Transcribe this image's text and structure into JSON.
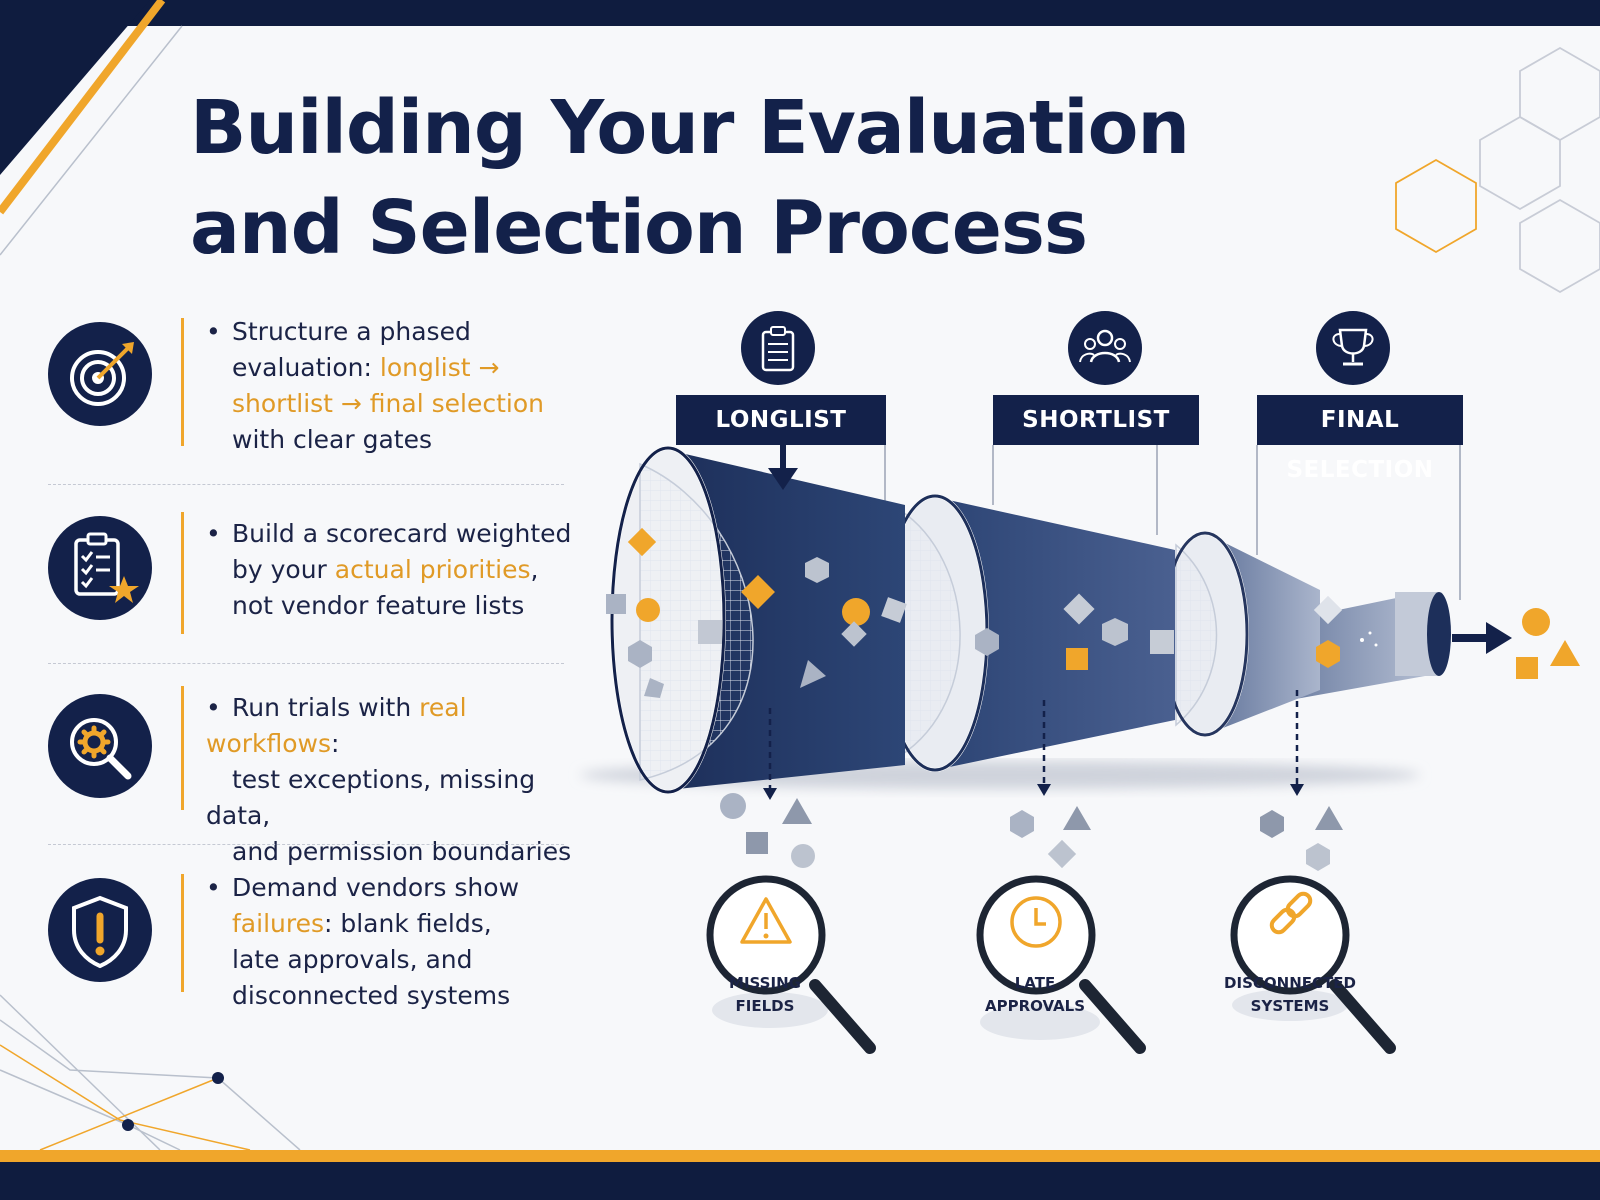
{
  "title": {
    "line1": "Building Your Evaluation",
    "line2": "and Selection Process"
  },
  "bullets": [
    {
      "icon": "target-arrow-icon",
      "lines": [
        [
          {
            "t": "Structure a phased"
          }
        ],
        [
          {
            "t": "evaluation: "
          },
          {
            "t": "longlist →",
            "hl": true
          }
        ],
        [
          {
            "t": "shortlist → final selection",
            "hl": true
          }
        ],
        [
          {
            "t": "with clear gates"
          }
        ]
      ]
    },
    {
      "icon": "clipboard-star-icon",
      "lines": [
        [
          {
            "t": "Build a scorecard weighted"
          }
        ],
        [
          {
            "t": "by your "
          },
          {
            "t": "actual priorities",
            "hl": true
          },
          {
            "t": ","
          }
        ],
        [
          {
            "t": "not vendor feature lists"
          }
        ]
      ]
    },
    {
      "icon": "magnifier-gear-icon",
      "lines": [
        [
          {
            "t": "Run trials with "
          },
          {
            "t": "real workflows",
            "hl": true
          },
          {
            "t": ":"
          }
        ],
        [
          {
            "t": "test exceptions, missing data,"
          }
        ],
        [
          {
            "t": "and permission boundaries"
          }
        ]
      ]
    },
    {
      "icon": "shield-alert-icon",
      "lines": [
        [
          {
            "t": "Demand vendors show"
          }
        ],
        [
          {
            "t": "failures",
            "hl": true
          },
          {
            "t": ": blank fields,"
          }
        ],
        [
          {
            "t": "late approvals, and"
          }
        ],
        [
          {
            "t": "disconnected systems"
          }
        ]
      ]
    }
  ],
  "stages": [
    {
      "label": "LONGLIST",
      "icon": "clipboard-checklist-icon"
    },
    {
      "label": "SHORTLIST",
      "icon": "people-group-icon"
    },
    {
      "label": "FINAL SELECTION",
      "icon": "trophy-icon"
    }
  ],
  "issues": [
    {
      "line1": "MISSING",
      "line2": "FIELDS",
      "icon": "warning-triangle-icon"
    },
    {
      "line1": "LATE",
      "line2": "APPROVALS",
      "icon": "clock-icon"
    },
    {
      "line1": "DISCONNECTED",
      "line2": "SYSTEMS",
      "icon": "chain-link-icon"
    }
  ],
  "colors": {
    "navy": "#13214a",
    "accent": "#f0a62b",
    "text": "#1b2346",
    "funnel": "#243a66"
  }
}
